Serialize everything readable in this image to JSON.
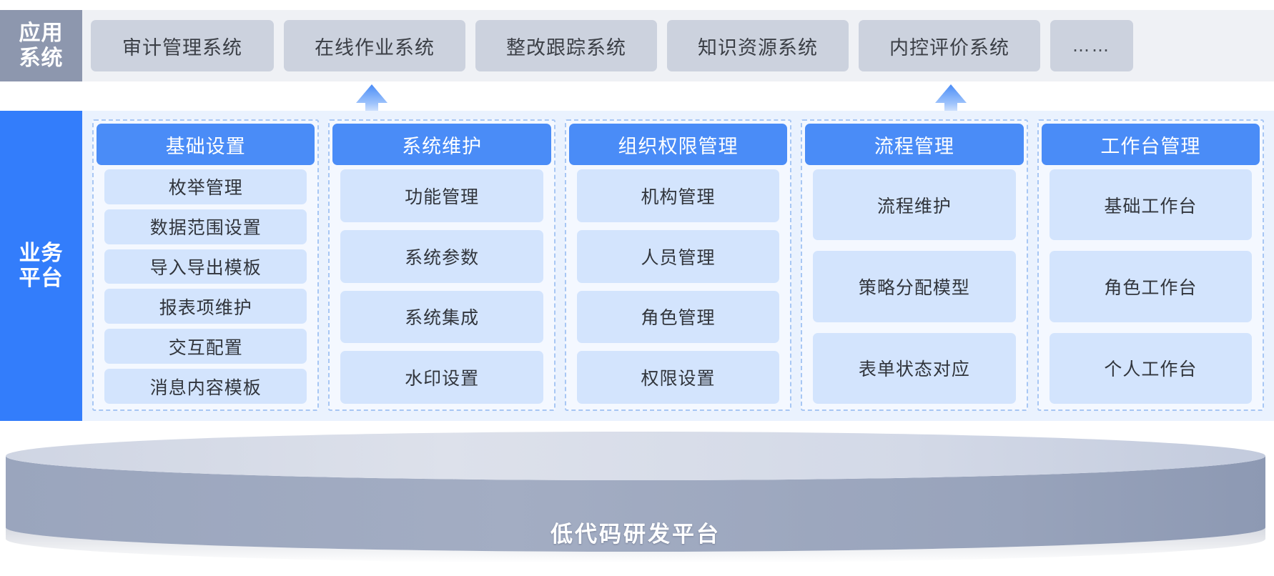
{
  "application_layer": {
    "side_label_line1": "应用",
    "side_label_line2": "系统",
    "cards": [
      {
        "label": "审计管理系统"
      },
      {
        "label": "在线作业系统"
      },
      {
        "label": "整改跟踪系统"
      },
      {
        "label": "知识资源系统"
      },
      {
        "label": "内控评价系统"
      },
      {
        "label": "……"
      }
    ]
  },
  "arrows": [
    {
      "name": "arrow-up-to-online-task-system"
    },
    {
      "name": "arrow-up-to-internal-control-system"
    }
  ],
  "business_platform": {
    "side_label_line1": "业务",
    "side_label_line2": "平台",
    "columns": [
      {
        "header": "基础设置",
        "items": [
          "枚举管理",
          "数据范围设置",
          "导入导出模板",
          "报表项维护",
          "交互配置",
          "消息内容模板"
        ]
      },
      {
        "header": "系统维护",
        "items": [
          "功能管理",
          "系统参数",
          "系统集成",
          "水印设置"
        ]
      },
      {
        "header": "组织权限管理",
        "items": [
          "机构管理",
          "人员管理",
          "角色管理",
          "权限设置"
        ]
      },
      {
        "header": "流程管理",
        "items": [
          "流程维护",
          "策略分配模型",
          "表单状态对应"
        ]
      },
      {
        "header": "工作台管理",
        "items": [
          "基础工作台",
          "角色工作台",
          "个人工作台"
        ]
      }
    ]
  },
  "foundation": {
    "label": "低代码研发平台"
  },
  "colors": {
    "app_side_bg": "#8d97ae",
    "app_strip_bg": "#eff1f5",
    "app_card_bg": "#ccd2de",
    "platform_side_bg": "#337dfb",
    "platform_body_bg": "#eaf2fe",
    "column_border": "#a8c7f4",
    "column_bg": "#f4f8ff",
    "column_head_bg": "#4a8cf7",
    "item_bg": "#d3e4fd",
    "arrow_accent": "#4a8cf7",
    "cylinder_top": "#d6dbe7",
    "cylinder_body": "#9aa5bd"
  }
}
